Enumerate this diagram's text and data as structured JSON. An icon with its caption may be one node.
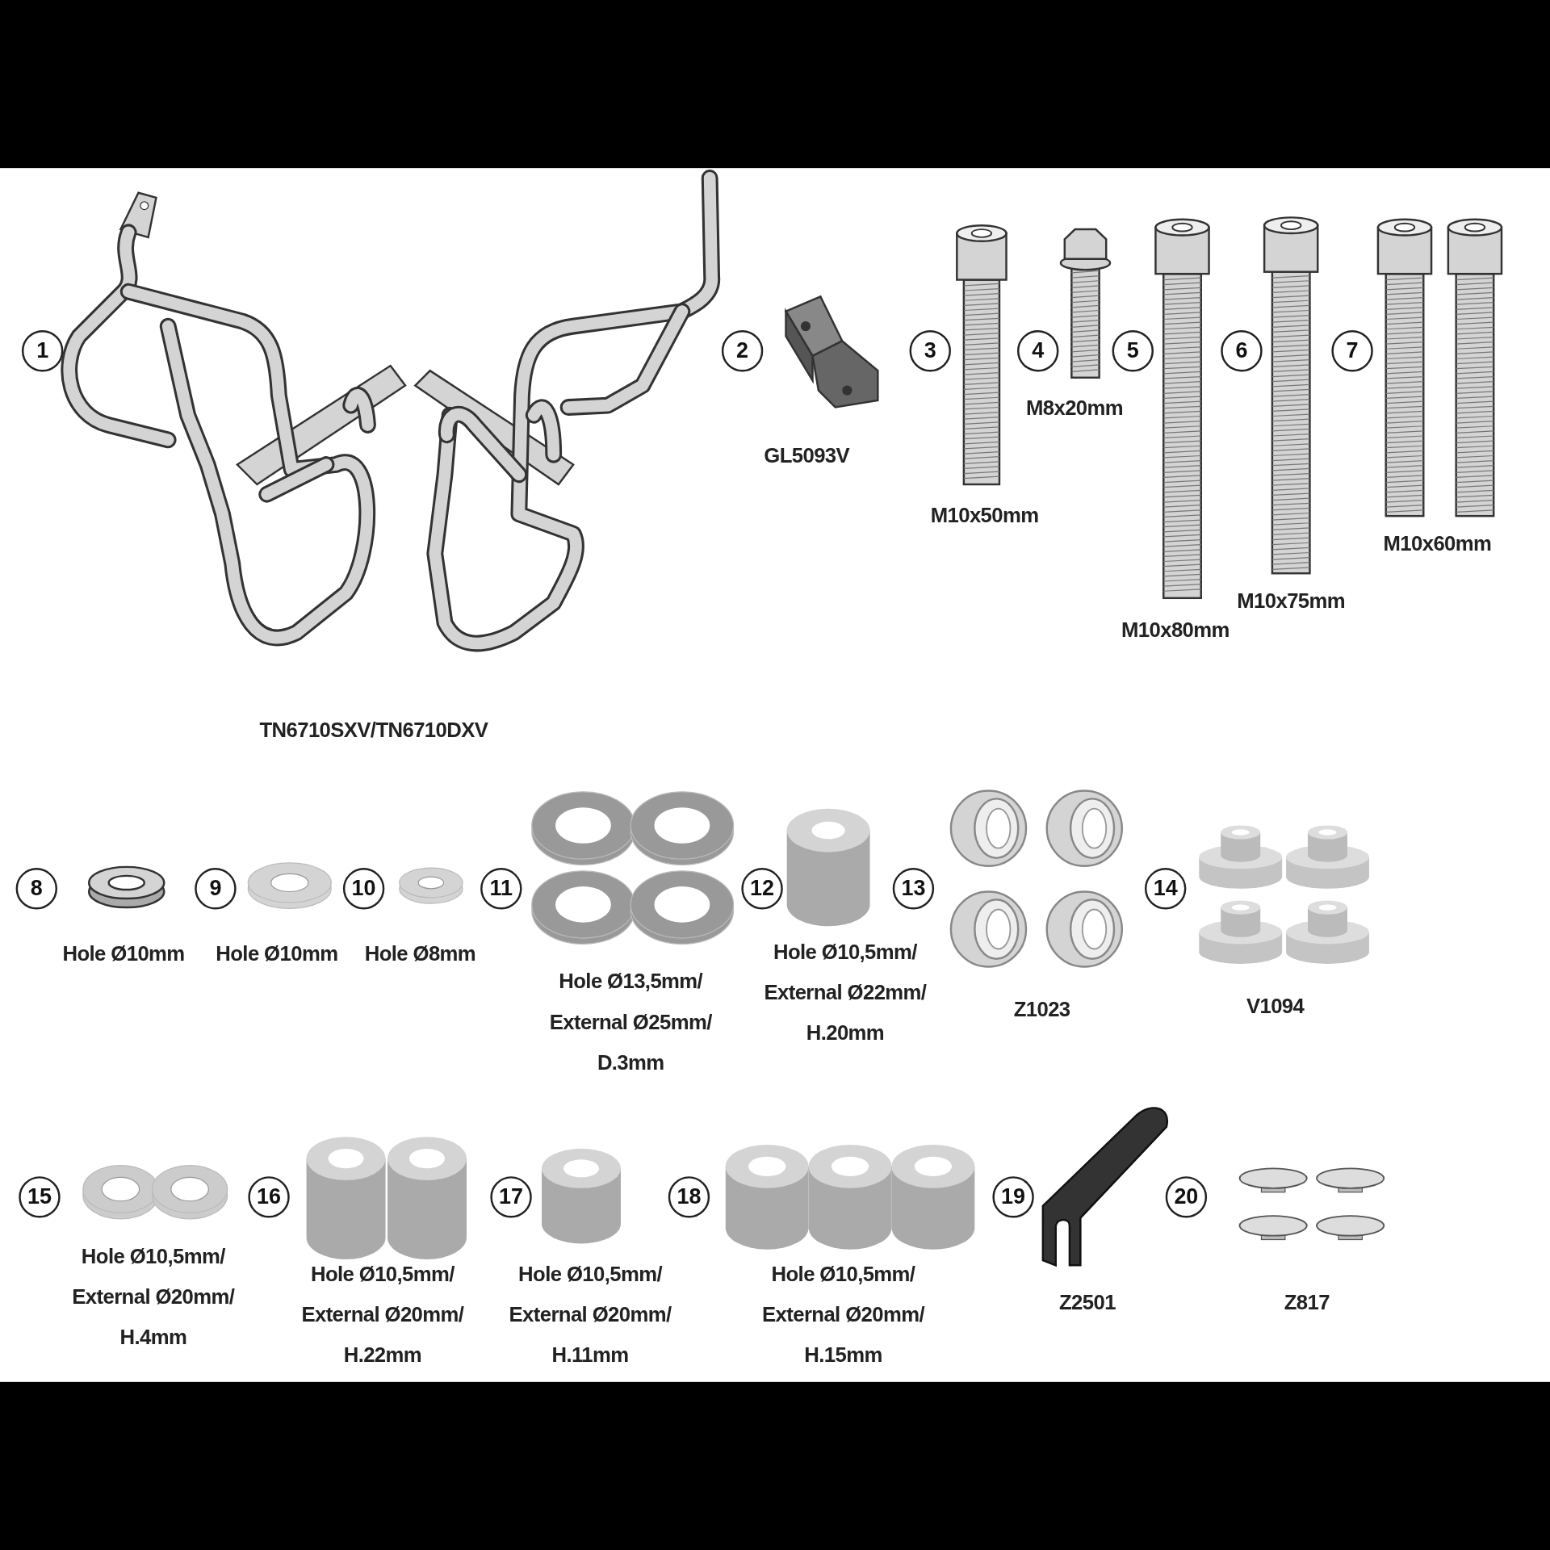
{
  "diagram": {
    "nodes": [
      {
        "text": [
          "1"
        ]
      },
      {
        "text": [
          "2"
        ]
      },
      {
        "text": [
          "3"
        ]
      },
      {
        "text": [
          "4"
        ]
      },
      {
        "text": [
          "5"
        ]
      },
      {
        "text": [
          "6"
        ]
      },
      {
        "text": [
          "7"
        ]
      },
      {
        "text": [
          "8"
        ]
      },
      {
        "text": [
          "9"
        ]
      },
      {
        "text": [
          "10"
        ]
      },
      {
        "text": [
          "11"
        ]
      },
      {
        "text": [
          "12"
        ]
      },
      {
        "text": [
          "13"
        ]
      },
      {
        "text": [
          "14"
        ]
      },
      {
        "text": [
          "15"
        ]
      },
      {
        "text": [
          "16"
        ]
      },
      {
        "text": [
          "17"
        ]
      },
      {
        "text": [
          "18"
        ]
      },
      {
        "text": [
          "19"
        ]
      },
      {
        "text": [
          "20"
        ]
      }
    ],
    "edges": [],
    "labels": [
      "GL5093V",
      "M8x20mm",
      "M10x50mm",
      "M10x60mm",
      "M10x75mm",
      "M10x80mm",
      "TN6710SXV/TN6710DXV",
      "Hole Ø10mm",
      "Hole Ø10mm",
      "Hole Ø8mm",
      "Hole Ø13,5mm/ External Ø25mm/ D.3mm",
      "Hole Ø10,5mm/ External Ø22mm/ H.20mm",
      "Z1023",
      "V1094",
      "Hole Ø10,5mm/ External Ø20mm/ H.4mm",
      "Hole Ø10,5mm/ External Ø20mm/ H.22mm",
      "Hole Ø10,5mm/ External Ø20mm/ H.11mm",
      "Hole Ø10,5mm/ External Ø20mm/ H.15mm",
      "Z2501",
      "Z817"
    ]
  }
}
